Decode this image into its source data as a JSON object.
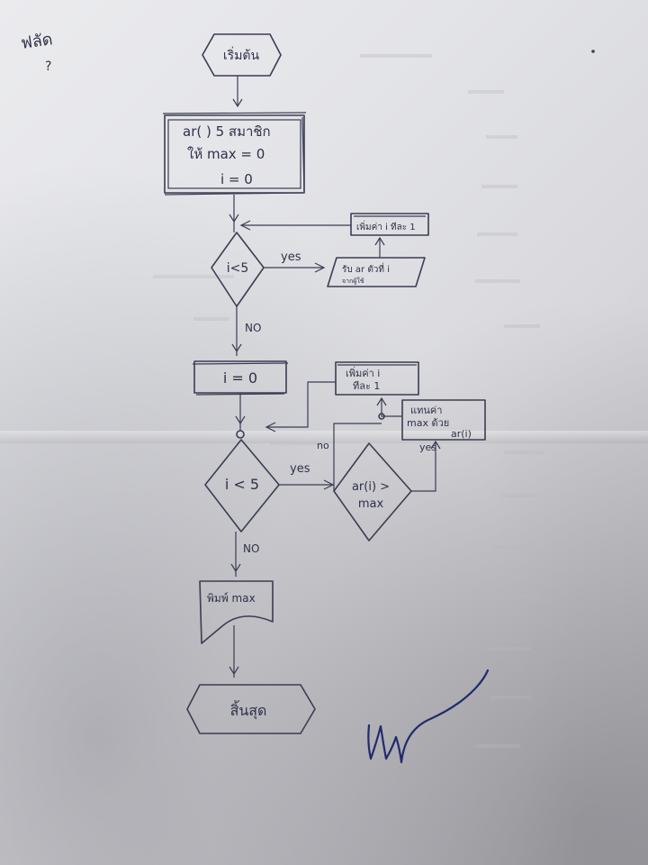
{
  "corner_note": [
    "ฟลัด",
    "?"
  ],
  "nodes": {
    "start": "เริ่มต้น",
    "init_line1": "ar( )   5 สมาชิก",
    "init_line2": "ให้ max = 0",
    "init_line3": "i = 0",
    "cond1": "i<5",
    "input_ar": "รับ ar ตัวที่ i",
    "input_ar_sub": "จากผู้ใช้",
    "inc1": "เพิ่มค่า i ทีละ 1",
    "reset_i": "i = 0",
    "cond2": "i < 5",
    "cond3_line1": "ar(i) >",
    "cond3_line2": "max",
    "inc2_line1": "เพิ่มค่า i",
    "inc2_line2": "ทีละ 1",
    "assign_line1": "แทนค่า",
    "assign_line2": "max ด้วย",
    "assign_line3": "ar(i)",
    "print_max": "พิมพ์ max",
    "end": "สิ้นสุด"
  },
  "edge_labels": {
    "yes1": "yes",
    "no1": "NO",
    "yes2": "yes",
    "no2": "NO",
    "no3": "no",
    "yes3": "yes"
  },
  "signature_strokes": "handwritten-signature"
}
